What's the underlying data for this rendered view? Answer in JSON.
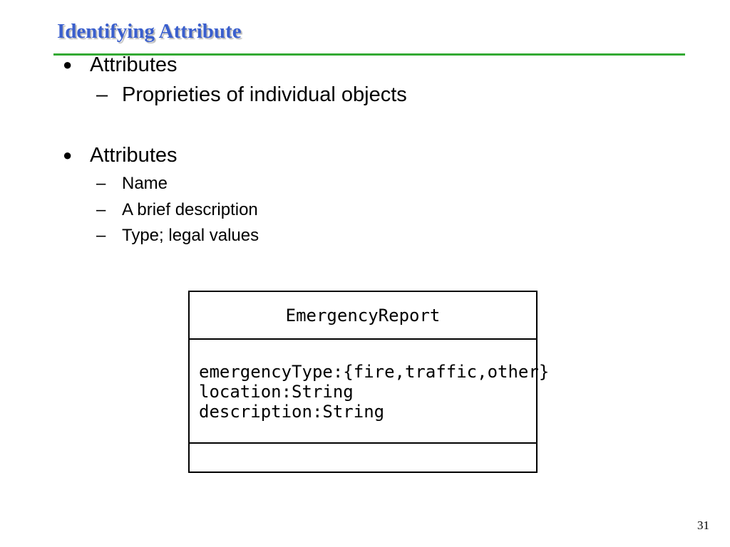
{
  "slide": {
    "title": "Identifying Attribute",
    "page_number": "31",
    "colors": {
      "title": "#3a5fcd",
      "rule": "#33aa33"
    }
  },
  "bullets": [
    {
      "text": "Attributes",
      "symbol": "●",
      "subitems": [
        {
          "dash": "–",
          "text": "Proprieties of individual objects"
        }
      ]
    },
    {
      "text": "Attributes",
      "symbol": "●",
      "subitems": [
        {
          "dash": "–",
          "text": "Name"
        },
        {
          "dash": "–",
          "text": "A brief description"
        },
        {
          "dash": "–",
          "text": "Type; legal values"
        }
      ]
    }
  ],
  "uml_class": {
    "name": "EmergencyReport",
    "attributes": [
      "emergencyType:{fire,traffic,other}",
      "location:String",
      "description:String"
    ],
    "operations": []
  }
}
